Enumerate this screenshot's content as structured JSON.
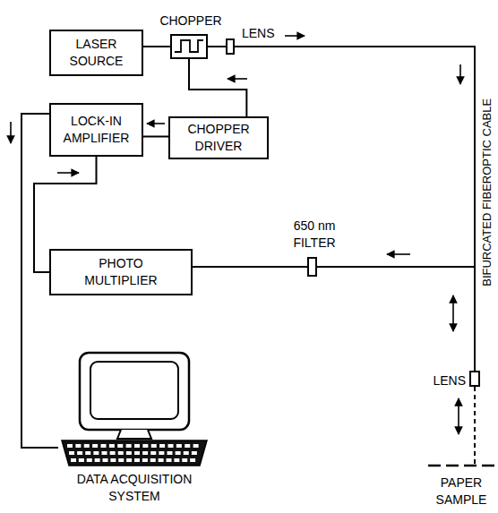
{
  "diagram": {
    "nodes": [
      {
        "text": [
          "LASER SOURCE"
        ]
      },
      {
        "text": [
          "CHOPPER"
        ]
      },
      {
        "text": [
          "LENS"
        ]
      },
      {
        "text": [
          "LOCK-IN AMPLIFIER"
        ]
      },
      {
        "text": [
          "CHOPPER DRIVER"
        ]
      },
      {
        "text": [
          "650 nm FILTER"
        ]
      },
      {
        "text": [
          "PHOTO MULTIPLIER"
        ]
      },
      {
        "text": [
          "LENS"
        ]
      },
      {
        "text": [
          "DATA ACQUISITION SYSTEM"
        ]
      },
      {
        "text": [
          "PAPER SAMPLE"
        ]
      }
    ],
    "edges": [
      {
        "from": 0,
        "to": 1,
        "arrow": "none"
      },
      {
        "from": 1,
        "to": 2,
        "arrow": "none"
      },
      {
        "from": 2,
        "to": 7,
        "arrow": "none"
      },
      {
        "from": 7,
        "to": 5,
        "arrow": "none"
      },
      {
        "from": 5,
        "to": 6,
        "arrow": "none"
      },
      {
        "from": 4,
        "to": 1,
        "arrow": "none"
      },
      {
        "from": 4,
        "to": 3,
        "arrow": "none"
      },
      {
        "from": 3,
        "to": 6,
        "arrow": "none"
      },
      {
        "from": 3,
        "to": 8,
        "arrow": "none"
      },
      {
        "from": 7,
        "to": 9,
        "arrow": "none"
      }
    ],
    "labels": [
      "BIFURCATED FIBEROPTIC CABLE"
    ]
  }
}
